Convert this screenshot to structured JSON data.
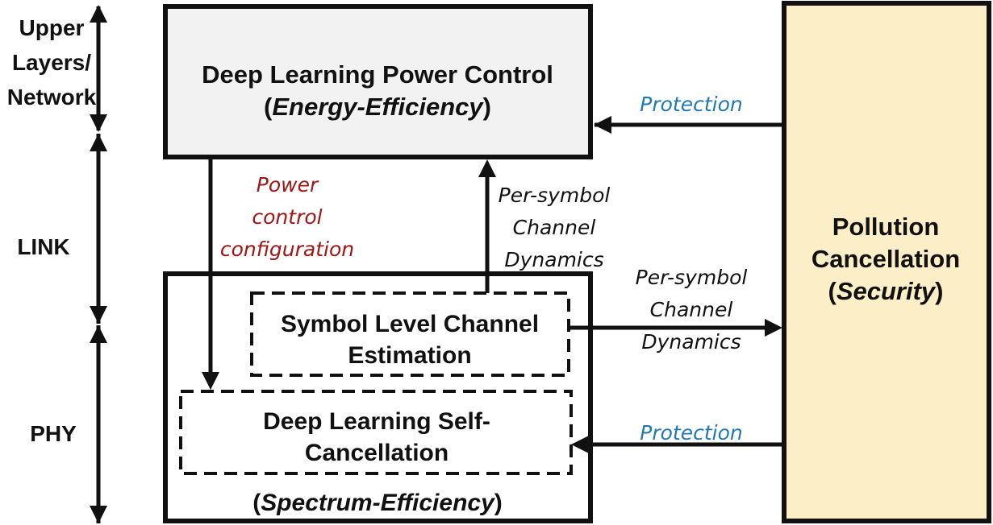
{
  "layers": {
    "upper": [
      "Upper",
      "Layers/",
      "Network"
    ],
    "link": "LINK",
    "phy": "PHY"
  },
  "power_control_box": {
    "title": "Deep Learning Power Control",
    "subtitle_open": "(",
    "subtitle_italic": "Energy-Efficiency",
    "subtitle_close": ")"
  },
  "phy_box": {
    "subtitle_open": "(",
    "subtitle_italic": "Spectrum-Efficiency",
    "subtitle_close": ")",
    "channel_estimation": [
      "Symbol Level Channel",
      "Estimation"
    ],
    "self_cancellation": [
      "Deep Learning Self-",
      "Cancellation"
    ]
  },
  "pollution_box": {
    "lines": [
      "Pollution",
      "Cancellation"
    ],
    "subtitle_open": "(",
    "subtitle_italic": "Security",
    "subtitle_close": ")"
  },
  "edge_labels": {
    "protection_top": "Protection",
    "protection_bottom": "Protection",
    "power_control_configuration": [
      "Power",
      "control",
      "configuration"
    ],
    "per_symbol_up": [
      "Per-symbol",
      "Channel",
      "Dynamics"
    ],
    "per_symbol_right": [
      "Per-symbol",
      "Channel",
      "Dynamics"
    ]
  },
  "colors": {
    "power_box_fill": "#f2f2f2",
    "pollution_box_fill": "#fcefc8",
    "protection_text": "#1f78b4",
    "power_config_text": "#a01515",
    "stroke": "#111111"
  }
}
